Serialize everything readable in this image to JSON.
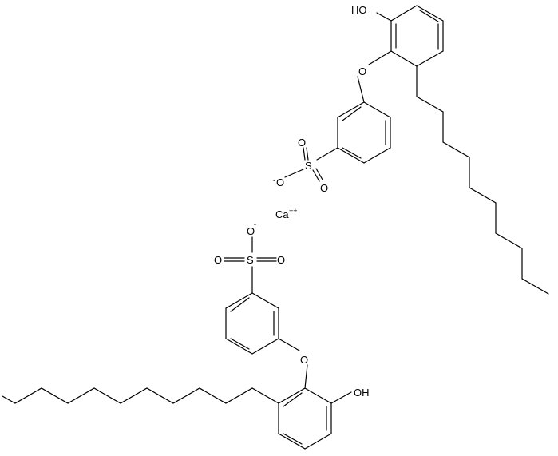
{
  "molecule": {
    "labels": {
      "oh_top": "HO",
      "oh_bottom": "OH",
      "ether_o_top": "O",
      "ether_o_bottom": "O",
      "sulfur_top": "S",
      "sulfur_bottom": "S",
      "sulfonyl_o_top_1": "O",
      "sulfonyl_o_top_2": "O",
      "sulfonate_o_top": "O",
      "sulfonate_charge_top": "-",
      "sulfonyl_o_bottom_1": "O",
      "sulfonyl_o_bottom_2": "O",
      "sulfonate_o_bottom": "O",
      "sulfonate_charge_bottom": "-",
      "calcium": "Ca",
      "calcium_charge": "++"
    }
  }
}
